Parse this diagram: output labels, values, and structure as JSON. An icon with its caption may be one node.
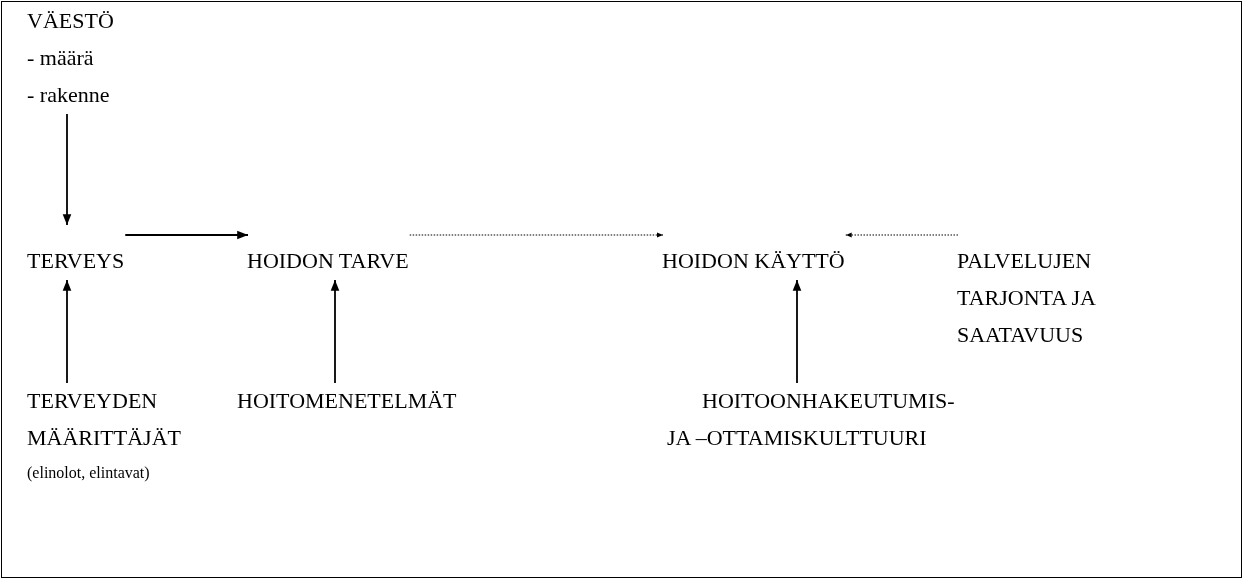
{
  "diagram": {
    "nodes": [
      {
        "text": [
          "VÄESTÖ",
          "- määrä",
          "- rakenne"
        ]
      },
      {
        "text": [
          "TERVEYS"
        ]
      },
      {
        "text": [
          "HOIDON TARVE"
        ]
      },
      {
        "text": [
          "HOIDON KÄYTTÖ"
        ]
      },
      {
        "text": [
          "PALVELUJEN TARJONTA JA SAATAVUUS"
        ]
      },
      {
        "text": [
          "TERVEYDEN MÄÄRITTÄJÄT",
          "(elinolot, elintavat)"
        ]
      },
      {
        "text": [
          "HOITOMENETELMÄT"
        ]
      },
      {
        "text": [
          "HOITOONHAKEUTUMIS- JA –OTTAMISKULTTUURI"
        ]
      }
    ],
    "edges": [
      {
        "from": 0,
        "to": 1,
        "arrow": "to"
      },
      {
        "from": 1,
        "to": 2,
        "arrow": "to"
      },
      {
        "from": 2,
        "to": 3,
        "arrow": "to",
        "style": "dashed"
      },
      {
        "from": 4,
        "to": 3,
        "arrow": "to",
        "style": "dashed"
      },
      {
        "from": 5,
        "to": 1,
        "arrow": "to"
      },
      {
        "from": 6,
        "to": 2,
        "arrow": "to"
      },
      {
        "from": 7,
        "to": 3,
        "arrow": "to"
      }
    ]
  }
}
